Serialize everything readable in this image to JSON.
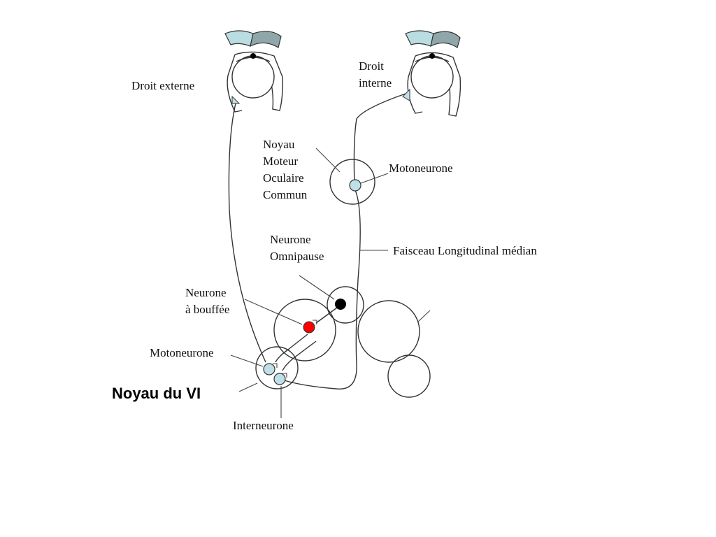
{
  "labels": {
    "droit_externe": "Droit externe",
    "droit_interne": [
      "Droit",
      "interne"
    ],
    "noyau_moteur": [
      "Noyau",
      "Moteur",
      "Oculaire",
      "Commun"
    ],
    "motoneurone_top": "Motoneurone",
    "neurone_omnipause": [
      "Neurone",
      "Omnipause"
    ],
    "faisceau": "Faisceau Longitudinal médian",
    "neurone_bouffee": [
      "Neurone",
      "à bouffée"
    ],
    "motoneurone_bottom": "Motoneurone",
    "noyau_vi": "Noyau du VI",
    "interneurone": "Interneurone"
  },
  "colors": {
    "eyelid_fill": "#b9dde0",
    "eyelid_dark": "#8fa7a8",
    "neuron_light": "#bfe0e6",
    "burst_neuron": "#ff0000",
    "omnipause_neuron": "#000000"
  }
}
